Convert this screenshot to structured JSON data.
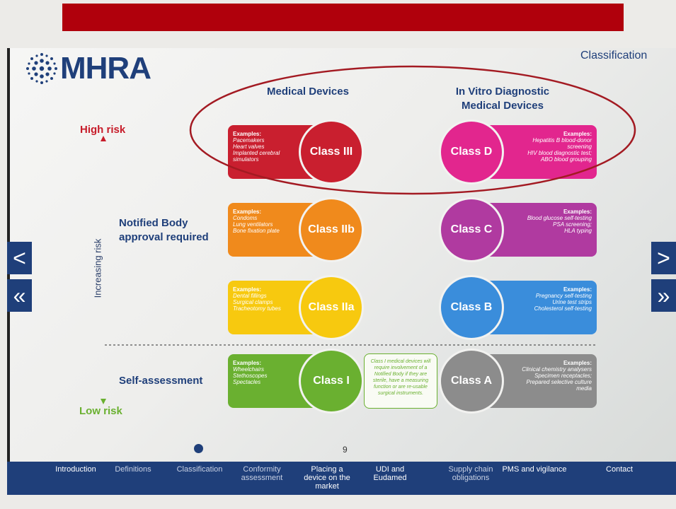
{
  "header": {
    "title": "Classification",
    "logo_text": "MHRA"
  },
  "columns": {
    "medical": "Medical Devices",
    "ivd_line1": "In Vitro Diagnostic",
    "ivd_line2": "Medical Devices"
  },
  "risk": {
    "high": "High risk",
    "low": "Low risk",
    "axis": "Increasing risk"
  },
  "groups": {
    "notified_line1": "Notified Body",
    "notified_line2": "approval required",
    "self": "Self-assessment"
  },
  "examples_label": "Examples:",
  "medical_classes": [
    {
      "name": "Class III",
      "color": "#c91f2f",
      "examples": [
        "Pacemakers",
        "Heart valves",
        "Implanted cerebral",
        "simulators"
      ]
    },
    {
      "name": "Class IIb",
      "color": "#f08a1c",
      "examples": [
        "Condoms",
        "Lung ventilators",
        "Bone fixation plate"
      ]
    },
    {
      "name": "Class IIa",
      "color": "#f7c90f",
      "examples": [
        "Dental fillings",
        "Surgical clamps",
        "Tracheotomy tubes"
      ]
    },
    {
      "name": "Class I",
      "color": "#6ab030",
      "examples": [
        "Wheelchairs",
        "Stethoscopes",
        "Spectacles"
      ]
    }
  ],
  "ivd_classes": [
    {
      "name": "Class D",
      "color": "#e2268e",
      "examples": [
        "Hepatitis B blood-donor",
        "screening",
        "HIV blood diagnostic test;",
        "ABO blood grouping"
      ]
    },
    {
      "name": "Class C",
      "color": "#b03aa0",
      "examples": [
        "Blood glucose self-testing",
        "PSA screening;",
        "HLA typing"
      ]
    },
    {
      "name": "Class B",
      "color": "#3a8ddb",
      "examples": [
        "Pregnancy self-testing",
        "Urine test strips",
        "Cholesterol self-testing"
      ]
    },
    {
      "name": "Class A",
      "color": "#8c8c8c",
      "examples": [
        "Clinical chemistry analysers",
        "Specimen receptacles;",
        "Prepared selective culture",
        "media"
      ]
    }
  ],
  "class1_note": "Class I medical devices will require involvement of a Notified Body if they are sterile, have a measuring function or are re-usable surgical instruments.",
  "page_number": "9",
  "nav": {
    "prev": "<",
    "first": "«",
    "next": ">",
    "last": "»"
  },
  "navbar": [
    "Introduction",
    "Definitions",
    "Classification",
    "Conformity assessment",
    "Placing a device on the market",
    "UDI and Eudamed",
    "Supply chain obligations",
    "PMS and vigilance",
    "Contact"
  ],
  "colors": {
    "brand": "#1f3f7a",
    "banner": "#b0000c",
    "highlight_ring": "#a31a22"
  }
}
